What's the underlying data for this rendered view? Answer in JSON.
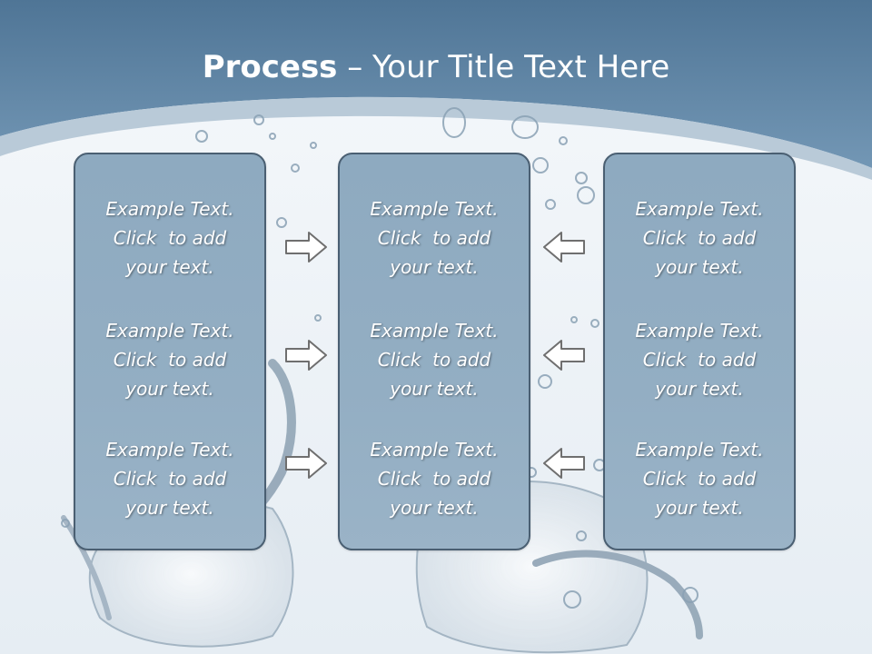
{
  "slide": {
    "title_bold": "Process",
    "title_rest": " – Your Title Text Here"
  },
  "columns": [
    {
      "blocks": [
        {
          "line1": "Example Text.",
          "line2": "Click  to add",
          "line3": "your text."
        },
        {
          "line1": "Example Text.",
          "line2": "Click  to add",
          "line3": "your text."
        },
        {
          "line1": "Example Text.",
          "line2": "Click  to add",
          "line3": "your text."
        }
      ]
    },
    {
      "blocks": [
        {
          "line1": "Example Text.",
          "line2": "Click  to add",
          "line3": "your text."
        },
        {
          "line1": "Example Text.",
          "line2": "Click  to add",
          "line3": "your text."
        },
        {
          "line1": "Example Text.",
          "line2": "Click  to add",
          "line3": "your text."
        }
      ]
    },
    {
      "blocks": [
        {
          "line1": "Example Text.",
          "line2": "Click  to add",
          "line3": "your text."
        },
        {
          "line1": "Example Text.",
          "line2": "Click  to add",
          "line3": "your text."
        },
        {
          "line1": "Example Text.",
          "line2": "Click  to add",
          "line3": "your text."
        }
      ]
    }
  ],
  "arrows": {
    "left_to_middle": [
      "arrow-right-icon",
      "arrow-right-icon",
      "arrow-right-icon"
    ],
    "right_to_middle": [
      "arrow-left-icon",
      "arrow-left-icon",
      "arrow-left-icon"
    ]
  },
  "colors": {
    "header": "#5d83a3",
    "panel_fill": "#93aec3",
    "panel_border": "#4a5f72",
    "text": "#ffffff",
    "arrow_stroke": "#6f6f6f"
  }
}
